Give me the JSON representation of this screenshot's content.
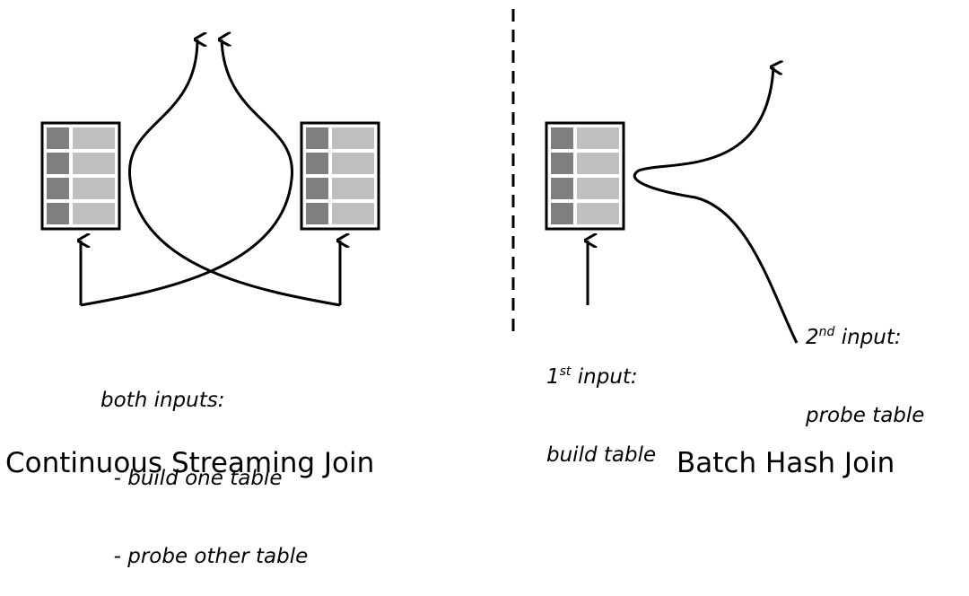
{
  "left_panel": {
    "note_lines": [
      "both inputs:",
      "  - build one table",
      "  - probe other table"
    ],
    "caption": "Continuous Streaming Join"
  },
  "right_panel": {
    "first_input": {
      "ordinal": "1",
      "suffix": "st",
      "rest": " input:",
      "line2": "build table"
    },
    "second_input": {
      "ordinal": "2",
      "suffix": "nd",
      "rest": " input:",
      "line2": "probe table"
    },
    "caption": "Batch Hash Join"
  },
  "colors": {
    "key_cell": "#7f7f7f",
    "value_cell": "#bfbfbf",
    "table_border": "#000000",
    "stroke": "#000000"
  }
}
